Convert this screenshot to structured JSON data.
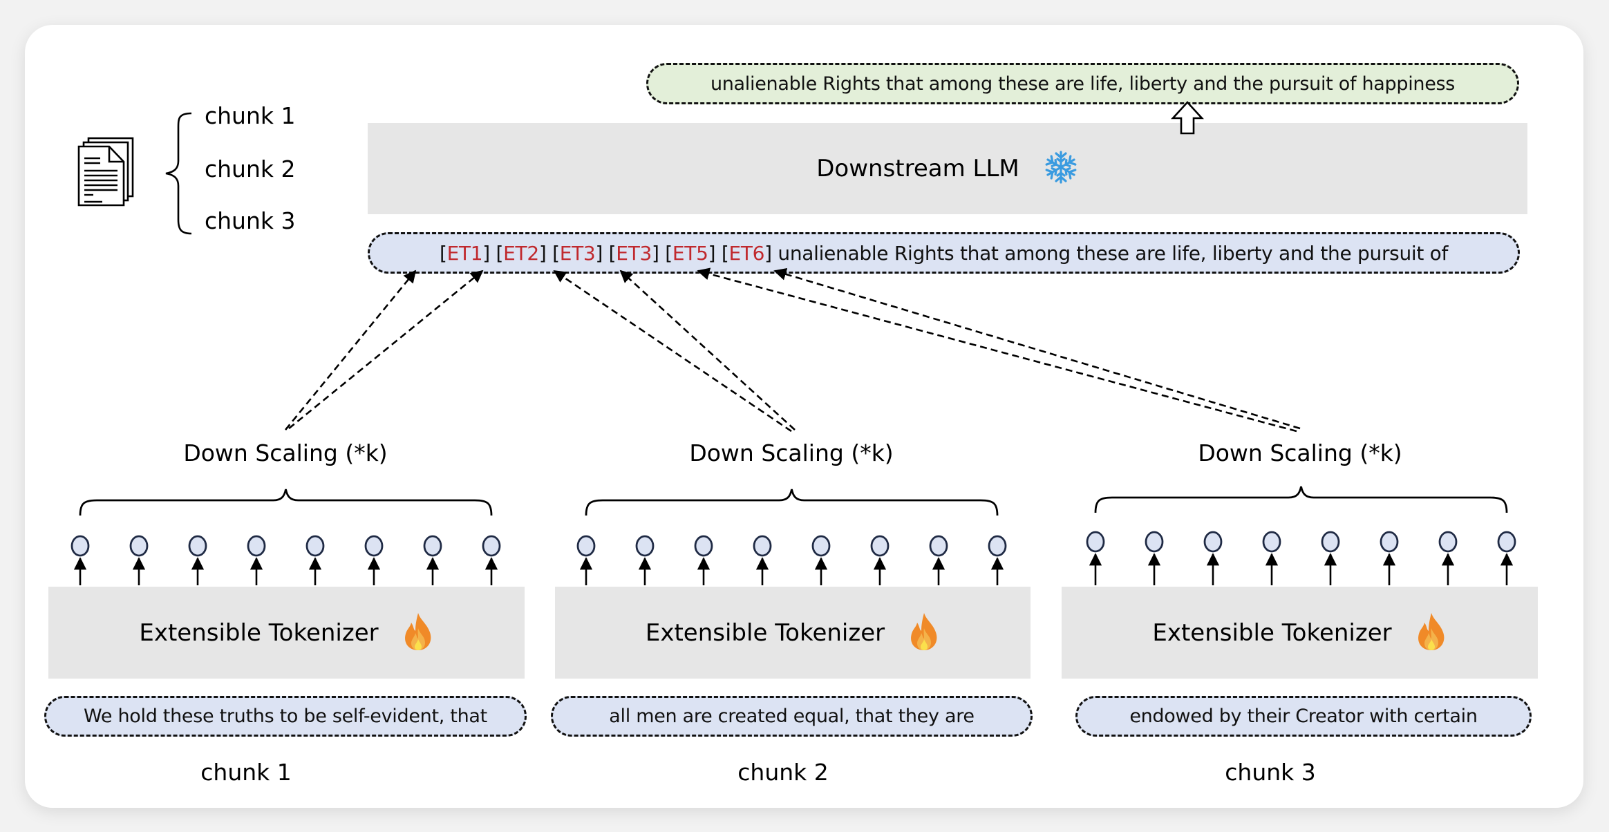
{
  "output_text": "unalienable Rights that among these are life, liberty and the pursuit of happiness",
  "llm": {
    "label": "Downstream LLM",
    "icon": "snowflake-icon",
    "state": "frozen"
  },
  "token_row": {
    "tokens": [
      "ET1",
      "ET2",
      "ET3",
      "ET3",
      "ET5",
      "ET6"
    ],
    "text": "unalienable Rights that among these are life, liberty and the pursuit of"
  },
  "document": {
    "icon": "document-stack-icon",
    "chunks": [
      "chunk 1",
      "chunk 2",
      "chunk 3"
    ]
  },
  "columns": [
    {
      "down_scaling": "Down Scaling (*k)",
      "tokenizer": "Extensible Tokenizer",
      "tokenizer_icon": "flame-icon",
      "input": "We hold these truths to be self-evident, that",
      "chunk_label": "chunk 1",
      "token_count": 8
    },
    {
      "down_scaling": "Down Scaling (*k)",
      "tokenizer": "Extensible Tokenizer",
      "tokenizer_icon": "flame-icon",
      "input": "all men are created equal, that they are",
      "chunk_label": "chunk 2",
      "token_count": 8
    },
    {
      "down_scaling": "Down Scaling (*k)",
      "tokenizer": "Extensible Tokenizer",
      "tokenizer_icon": "flame-icon",
      "input": "endowed by their Creator with certain",
      "chunk_label": "chunk 3",
      "token_count": 8
    }
  ],
  "mappings": [
    {
      "from_chunk": 1,
      "to_tokens": [
        "ET1",
        "ET2"
      ]
    },
    {
      "from_chunk": 2,
      "to_tokens": [
        "ET3",
        "ET3"
      ]
    },
    {
      "from_chunk": 3,
      "to_tokens": [
        "ET5",
        "ET6"
      ]
    }
  ],
  "colors": {
    "output_fill": "#e3efd9",
    "input_fill": "#dce3f3",
    "box_fill": "#e6e6e6",
    "token_red": "#c0282d",
    "node_fill": "#dce3f3",
    "node_stroke": "#1f2a44"
  }
}
